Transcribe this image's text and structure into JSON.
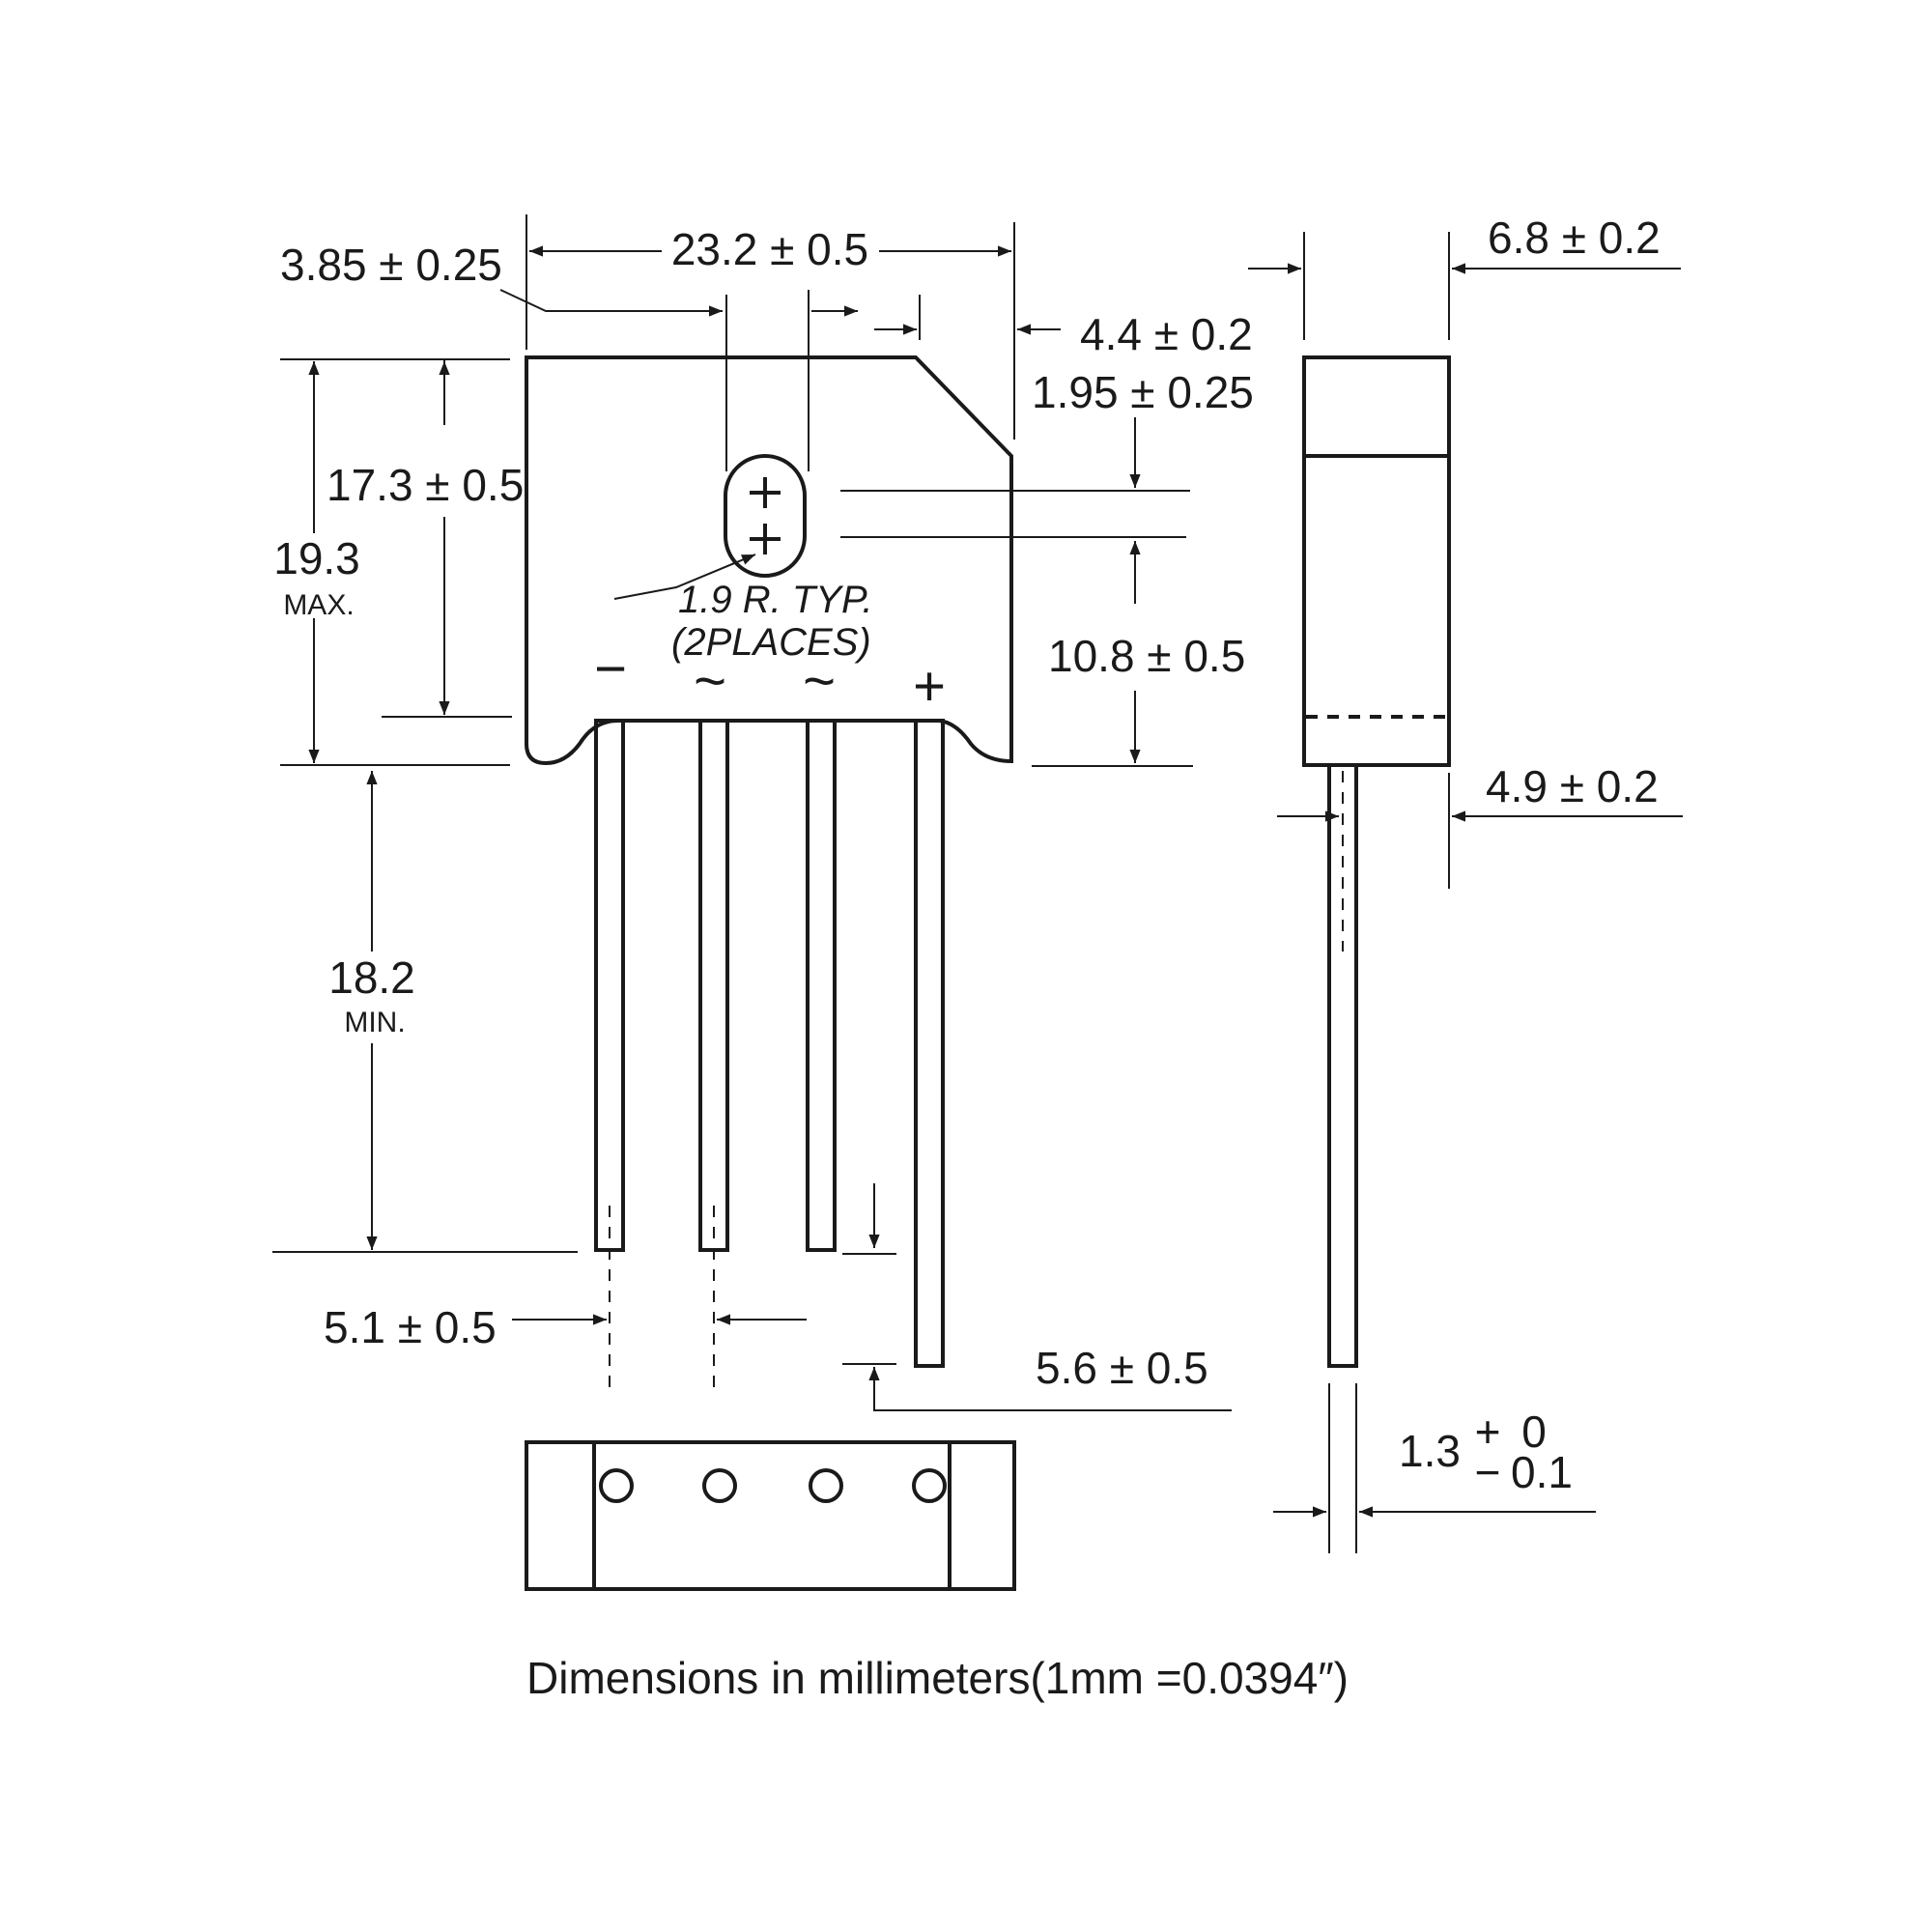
{
  "dimensions": {
    "overall_width": "23.2 ± 0.5",
    "hole_offset": "3.85 ± 0.25",
    "chamfer": "4.4  ± 0.2",
    "hole_dia": "1.95 ± 0.25",
    "body_height_to_leads": "17.3 ± 0.5",
    "max_height_value": "19.3",
    "max_height_note": "MAX.",
    "hole_to_bottom": "10.8 ± 0.5",
    "radius_note": "1.9 R. TYP.",
    "places_note": "(2PLACES)",
    "lead_length_value": "18.2",
    "lead_length_note": "MIN.",
    "lead_pitch": "5.1 ± 0.5",
    "plus_lead_offset": "5.6 ± 0.5",
    "side_thickness": "6.8  ± 0.2",
    "side_lead_offset": "4.9  ± 0.2",
    "lead_thickness_value": "1.3",
    "lead_thickness_tol_plus": "0",
    "lead_thickness_tol_minus": "0.1"
  },
  "pin_labels": {
    "minus": "−",
    "ac1": "~",
    "ac2": "~",
    "plus": "+"
  },
  "tolerance_signs": {
    "plus": "+",
    "minus": "−"
  },
  "footer_note": "Dimensions in millimeters(1mm =0.0394″)"
}
